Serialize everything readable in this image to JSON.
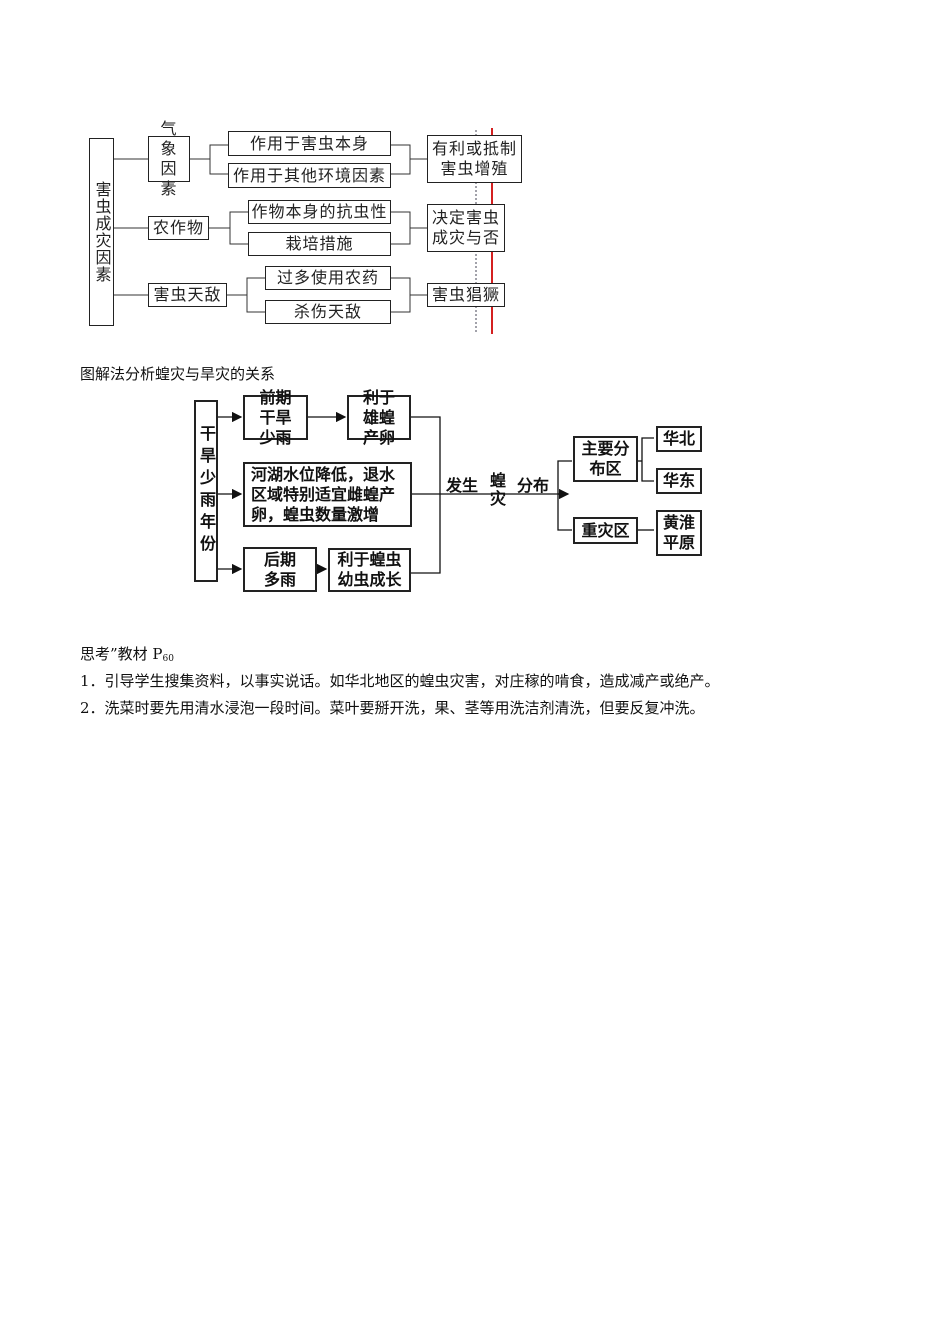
{
  "diagram1": {
    "root": "害虫成灾因素",
    "factors": [
      {
        "label": "气象因素",
        "items": [
          "作用于害虫本身",
          "作用于其他环境因素"
        ],
        "result": "有利或抵制害虫增殖"
      },
      {
        "label": "农作物",
        "items": [
          "作物本身的抗虫性",
          "栽培措施"
        ],
        "result": "决定害虫成灾与否"
      },
      {
        "label": "害虫天敌",
        "items": [
          "过多使用农药",
          "杀伤天敌"
        ],
        "result": "害虫猖獗"
      }
    ]
  },
  "caption": "图解法分析蝗灾与旱灾的关系",
  "diagram2": {
    "root": "干旱少雨年份",
    "early": "前期干旱少雨",
    "early_result": "利于雄蝗产卵",
    "middle": "河湖水位降低，退水区域特别适宜雌蝗产卵，蝗虫数量激增",
    "late": "后期多雨",
    "late_result": "利于蝗虫幼虫成长",
    "occur_label": "发生",
    "disaster": "蝗灾",
    "distribution_label": "分布",
    "main_area": "主要分布区",
    "main_regions": [
      "华北",
      "华东"
    ],
    "severe_area": "重灾区",
    "severe_region": "黄淮平原"
  },
  "think": {
    "title_prefix": "思考”教材 P",
    "title_sub": "60",
    "lines": [
      "1．引导学生搜集资料，以事实说话。如华北地区的蝗虫灾害，对庄稼的啃食，造成减产或绝产。",
      "2．洗菜时要先用清水浸泡一段时间。菜叶要掰开洗，果、茎等用洗洁剂清洗，但要反复冲洗。"
    ]
  }
}
